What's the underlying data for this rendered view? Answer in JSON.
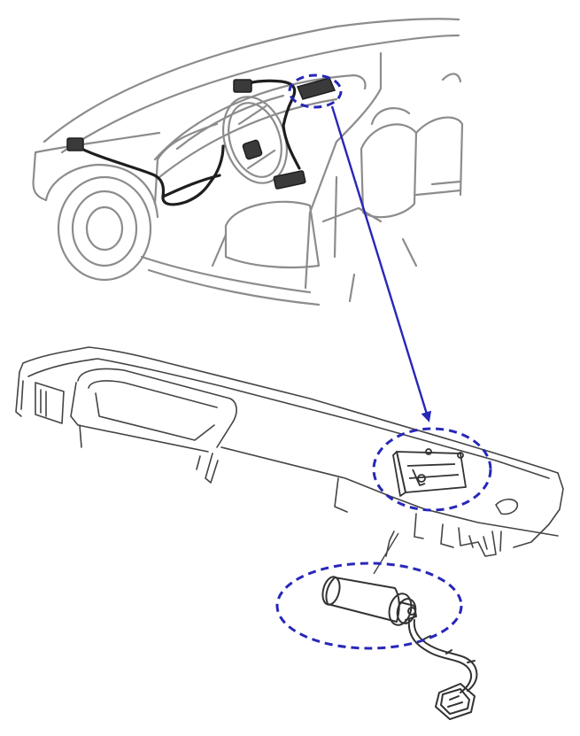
{
  "colors": {
    "background": "#ffffff",
    "line_art": "#444444",
    "car_line_art": "#8c8c8c",
    "wiring": "#1e1e1e",
    "callout": "#2727b8"
  },
  "components": [
    {
      "id": "passenger-airbag-location",
      "icon": "dashed-ellipse-highlight"
    },
    {
      "id": "dashboard-airbag-module",
      "icon": "dashed-ellipse-highlight"
    },
    {
      "id": "airbag-inflator",
      "icon": "dashed-ellipse-highlight"
    }
  ]
}
